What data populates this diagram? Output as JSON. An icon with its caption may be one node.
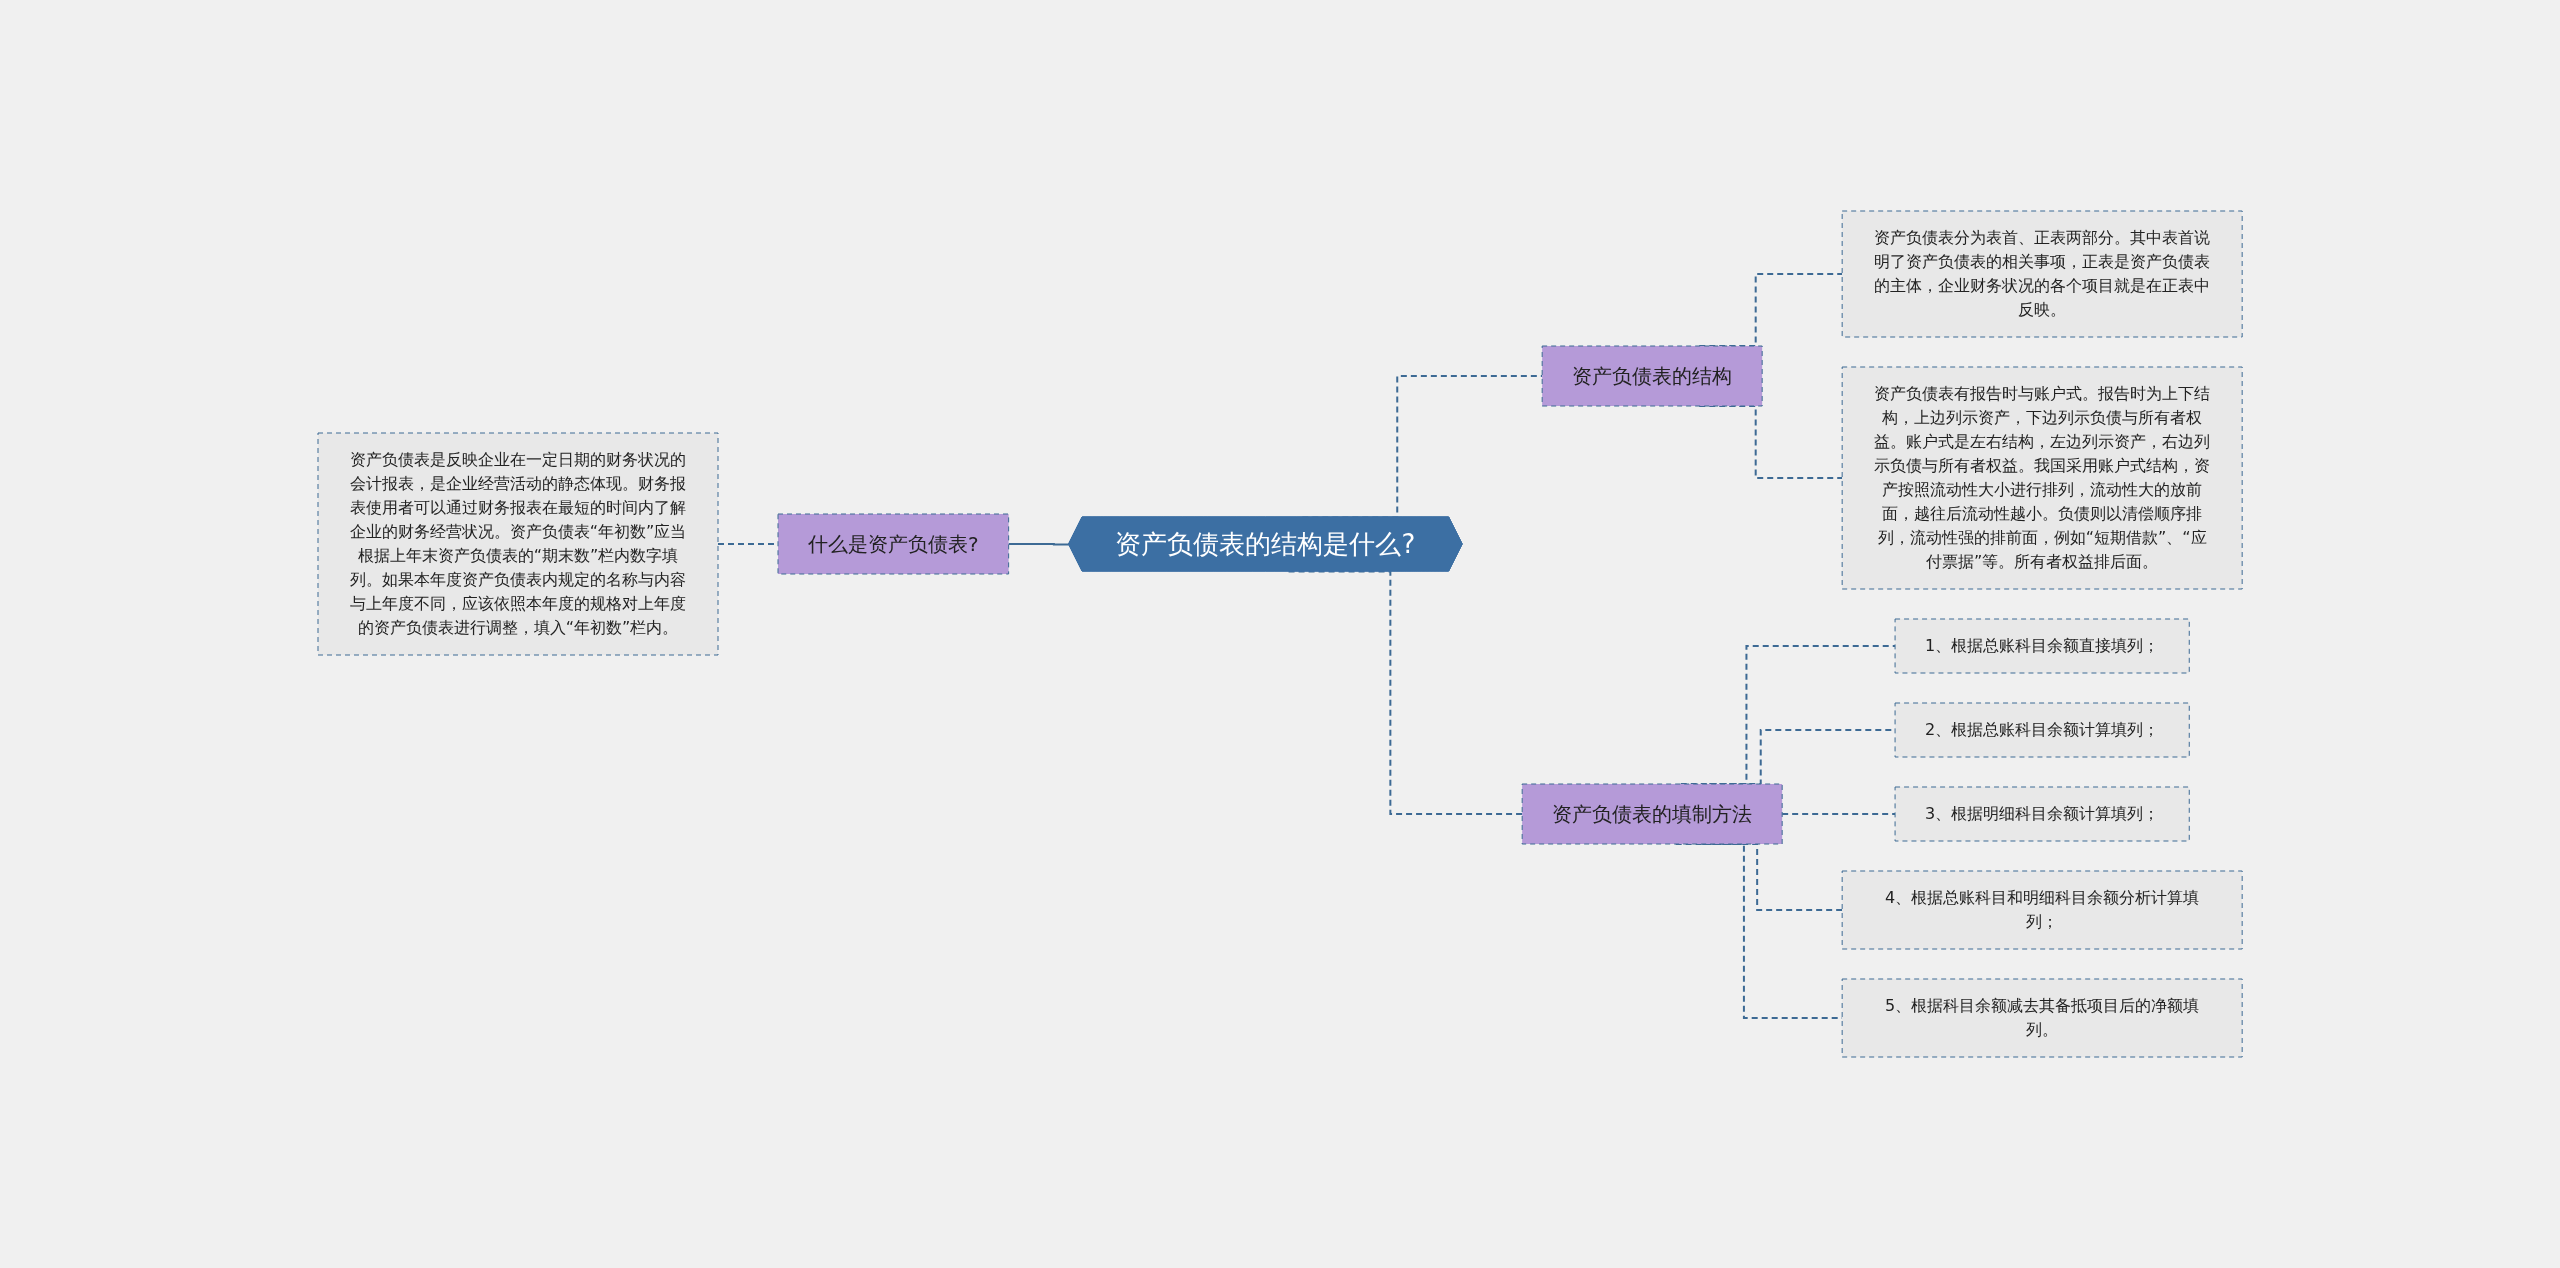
{
  "diagram": {
    "nodes": [
      {
        "text": [
          "资产负债表的结构是什么?"
        ]
      },
      {
        "text": [
          "什么是资产负债表?"
        ]
      },
      {
        "text": [
          "资产负债表是反映企业在一定日期的财务状况的会计报表，是企业经营活动的静态体现。财务报表使用者可以通过财务报表在最短的时间内了解企业的财务经营状况。资产负债表“年初数”应当根据上年末资产负债表的“期末数”栏内数字填列。如果本年度资产负债表内规定的名称与内容与上年度不同，应该依照本年度的规格对上年度的资产负债表进行调整，填入“年初数”栏内。"
        ]
      },
      {
        "text": [
          "资产负债表的结构"
        ]
      },
      {
        "text": [
          "资产负债表分为表首、正表两部分。其中表首说明了资产负债表的相关事项，正表是资产负债表的主体，企业财务状况的各个项目就是在正表中反映。"
        ]
      },
      {
        "text": [
          "资产负债表有报告时与账户式。报告时为上下结构，上边列示资产，下边列示负债与所有者权益。账户式是左右结构，左边列示资产，右边列示负债与所有者权益。我国采用账户式结构，资产按照流动性大小进行排列，流动性大的放前面，越往后流动性越小。负债则以清偿顺序排列，流动性强的排前面，例如“短期借款”、“应付票据”等。所有者权益排后面。"
        ]
      },
      {
        "text": [
          "资产负债表的填制方法"
        ]
      },
      {
        "text": [
          "1、根据总账科目余额直接填列；"
        ]
      },
      {
        "text": [
          "2、根据总账科目余额计算填列；"
        ]
      },
      {
        "text": [
          "3、根据明细科目余额计算填列；"
        ]
      },
      {
        "text": [
          "4、根据总账科目和明细科目余额分析计算填列；"
        ]
      },
      {
        "text": [
          "5、根据科目余额减去其备抵项目后的净额填列。"
        ]
      }
    ],
    "edges": [
      {
        "from": 0,
        "to": 1,
        "arrow": "none"
      },
      {
        "from": 1,
        "to": 2,
        "arrow": "none",
        "style": "dashed"
      },
      {
        "from": 0,
        "to": 3,
        "arrow": "none",
        "style": "dashed"
      },
      {
        "from": 3,
        "to": 4,
        "arrow": "none",
        "style": "dashed"
      },
      {
        "from": 3,
        "to": 5,
        "arrow": "none",
        "style": "dashed"
      },
      {
        "from": 0,
        "to": 6,
        "arrow": "none",
        "style": "dashed"
      },
      {
        "from": 6,
        "to": 7,
        "arrow": "none",
        "style": "dashed"
      },
      {
        "from": 6,
        "to": 8,
        "arrow": "none",
        "style": "dashed"
      },
      {
        "from": 6,
        "to": 9,
        "arrow": "none",
        "style": "dashed"
      },
      {
        "from": 6,
        "to": 10,
        "arrow": "none",
        "style": "dashed"
      },
      {
        "from": 6,
        "to": 11,
        "arrow": "none",
        "style": "dashed"
      }
    ]
  }
}
